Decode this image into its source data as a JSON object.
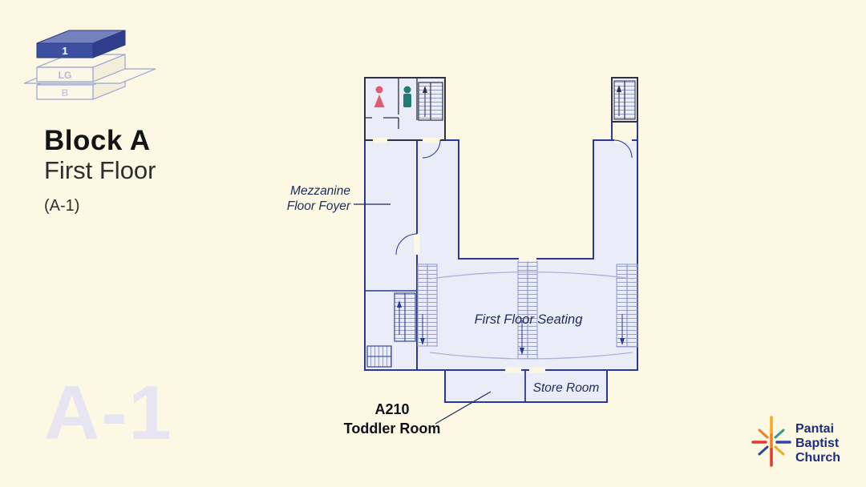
{
  "page": {
    "background": "#FCF8E3"
  },
  "legend": {
    "floors": [
      {
        "label": "1"
      },
      {
        "label": "LG"
      },
      {
        "label": "B"
      }
    ]
  },
  "title": {
    "block": "Block A",
    "floor": "First Floor",
    "code": "(A-1)"
  },
  "watermark": "A-1",
  "floorplan": {
    "labels": {
      "foyer_line1": "Mezzanine",
      "foyer_line2": "Floor Foyer",
      "seating": "First Floor Seating",
      "store_room": "Store Room",
      "room_code": "A210",
      "room_name": "Toddler Room"
    },
    "colors": {
      "wall": "#2B3990",
      "wall_dark": "#30303F",
      "room_fill": "#EAEDF8",
      "stair_hatch": "#98A1CE",
      "female_icon": "#E25B70",
      "male_icon": "#1F7E74"
    }
  },
  "logo": {
    "name_line1": "Pantai",
    "name_line2": "Baptist",
    "name_line3": "Church",
    "text_color": "#1B2F7E"
  }
}
